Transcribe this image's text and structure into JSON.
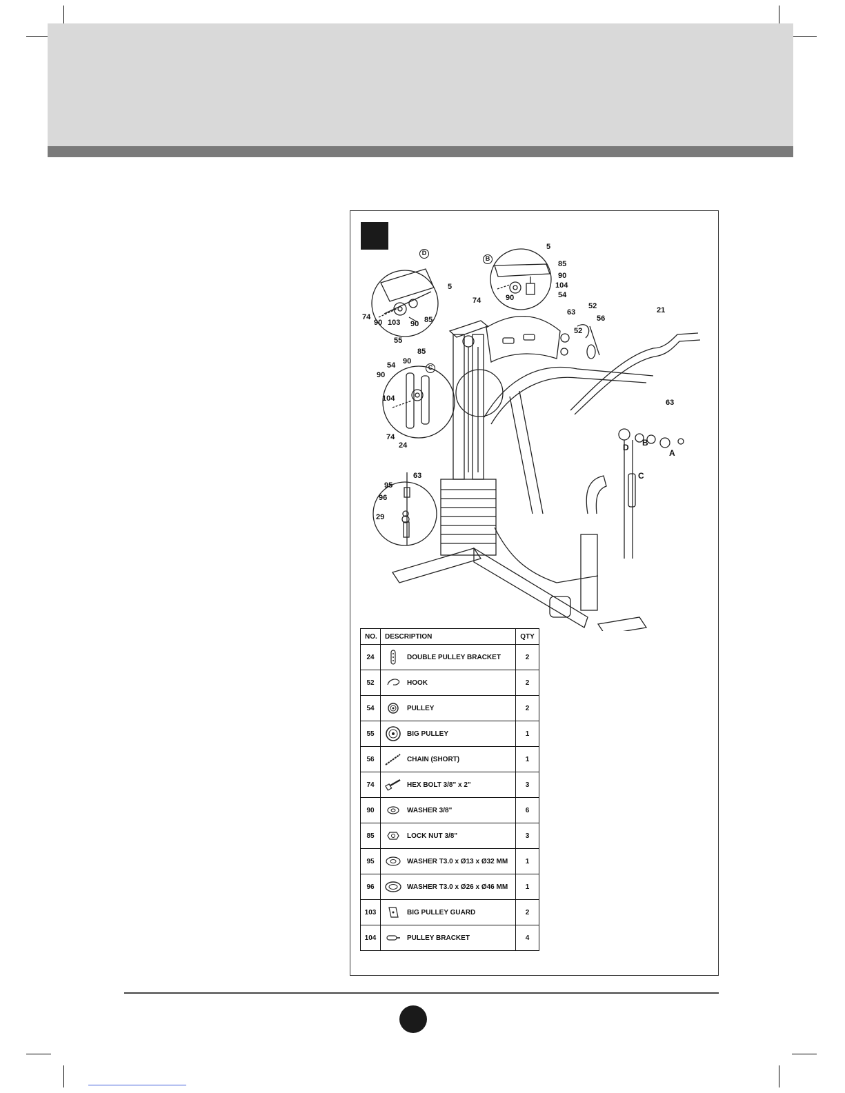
{
  "diagram": {
    "callouts": [
      {
        "id": "c1",
        "text": "5"
      },
      {
        "id": "c2",
        "text": "85"
      },
      {
        "id": "c3",
        "text": "90"
      },
      {
        "id": "c4",
        "text": "104"
      },
      {
        "id": "c5",
        "text": "54"
      },
      {
        "id": "c6",
        "text": "90"
      },
      {
        "id": "c7",
        "text": "74"
      },
      {
        "id": "c8",
        "text": "5"
      },
      {
        "id": "c9",
        "text": "52"
      },
      {
        "id": "c10",
        "text": "56"
      },
      {
        "id": "c11",
        "text": "52"
      },
      {
        "id": "c12",
        "text": "63"
      },
      {
        "id": "c13",
        "text": "21"
      },
      {
        "id": "c14",
        "text": "74"
      },
      {
        "id": "c15",
        "text": "90"
      },
      {
        "id": "c16",
        "text": "103"
      },
      {
        "id": "c17",
        "text": "90"
      },
      {
        "id": "c18",
        "text": "85"
      },
      {
        "id": "c19",
        "text": "55"
      },
      {
        "id": "c20",
        "text": "85"
      },
      {
        "id": "c21",
        "text": "54"
      },
      {
        "id": "c22",
        "text": "90"
      },
      {
        "id": "c23",
        "text": "90"
      },
      {
        "id": "c24",
        "text": "104"
      },
      {
        "id": "c25",
        "text": "74"
      },
      {
        "id": "c26",
        "text": "24"
      },
      {
        "id": "c27",
        "text": "63"
      },
      {
        "id": "c28",
        "text": "63"
      },
      {
        "id": "c29",
        "text": "95"
      },
      {
        "id": "c30",
        "text": "96"
      },
      {
        "id": "c31",
        "text": "29"
      }
    ],
    "detail_letters": {
      "d": "D",
      "b": "B",
      "c": "C",
      "route_d": "D",
      "route_b": "B",
      "route_a": "A",
      "route_c": "C"
    }
  },
  "parts_table": {
    "headers": {
      "no": "NO.",
      "description": "DESCRIPTION",
      "qty": "QTY"
    },
    "rows": [
      {
        "no": "24",
        "description": "DOUBLE PULLEY BRACKET",
        "qty": "2",
        "icon": "bracket-icon"
      },
      {
        "no": "52",
        "description": "HOOK",
        "qty": "2",
        "icon": "hook-icon"
      },
      {
        "no": "54",
        "description": "PULLEY",
        "qty": "2",
        "icon": "pulley-icon"
      },
      {
        "no": "55",
        "description": "BIG PULLEY",
        "qty": "1",
        "icon": "big-pulley-icon"
      },
      {
        "no": "56",
        "description": "CHAIN (SHORT)",
        "qty": "1",
        "icon": "chain-icon"
      },
      {
        "no": "74",
        "description": "HEX BOLT  3/8\" x 2\"",
        "qty": "3",
        "icon": "bolt-icon"
      },
      {
        "no": "90",
        "description": "WASHER  3/8\"",
        "qty": "6",
        "icon": "washer-icon"
      },
      {
        "no": "85",
        "description": "LOCK NUT   3/8\"",
        "qty": "3",
        "icon": "nut-icon"
      },
      {
        "no": "95",
        "description": "WASHER  T3.0 x Ø13 x Ø32  MM",
        "qty": "1",
        "icon": "washer-icon"
      },
      {
        "no": "96",
        "description": "WASHER  T3.0 x Ø26 x Ø46 MM",
        "qty": "1",
        "icon": "washer-icon"
      },
      {
        "no": "103",
        "description": "BIG PULLEY GUARD",
        "qty": "2",
        "icon": "guard-icon"
      },
      {
        "no": "104",
        "description": "PULLEY BRACKET",
        "qty": "4",
        "icon": "bracket-icon"
      }
    ]
  }
}
